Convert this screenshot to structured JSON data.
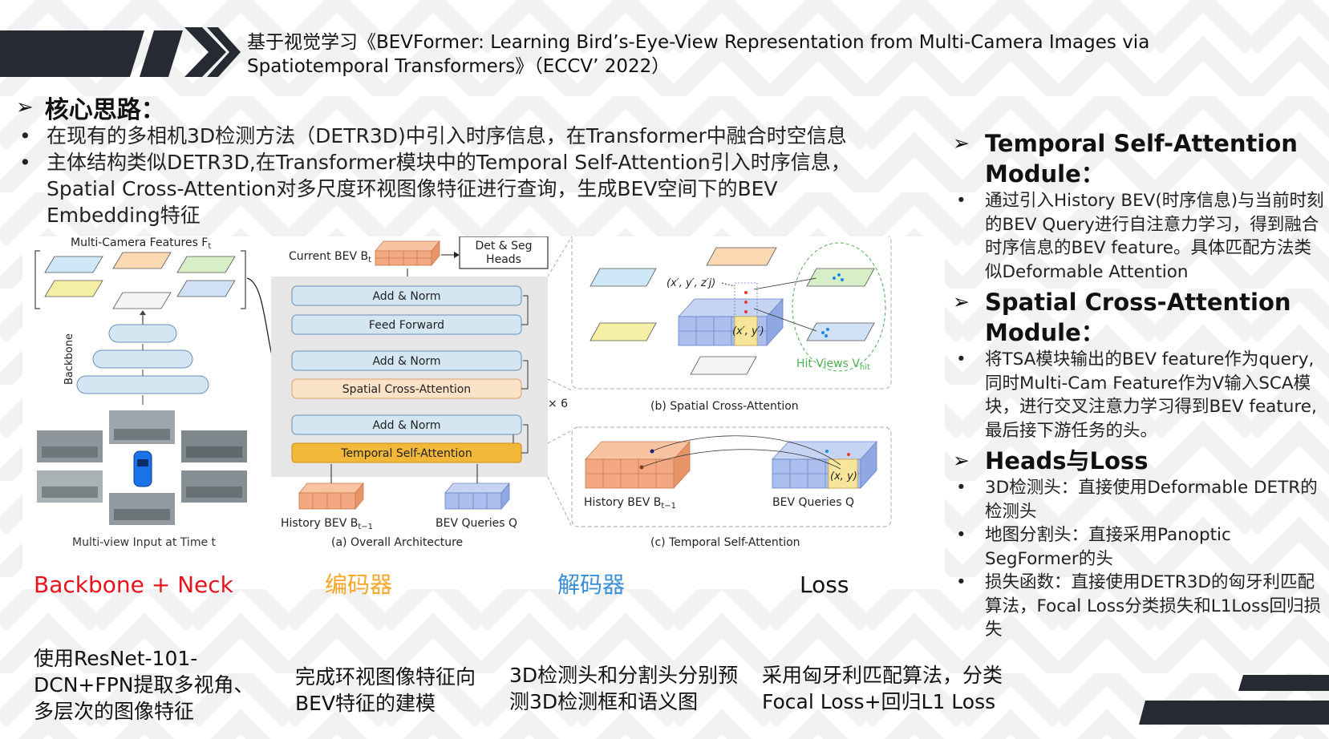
{
  "header": {
    "title": "基于视觉学习《BEVFormer: Learning Bird’s-Eye-View Representation from Multi-Camera Images via Spatiotemporal Transformers》（ECCV’ 2022）"
  },
  "core": {
    "heading": "核心思路：",
    "arrow": "➢",
    "bullet_mark": "•",
    "bullets": [
      "在现有的多相机3D检测方法（DETR3D)中引入时序信息，在Transformer中融合时空信息",
      "主体结构类似DETR3D,在Transformer模块中的Temporal Self-Attention引入时序信息，Spatial Cross-Attention对多尺度环视图像特征进行查询，生成BEV空间下的BEV Embedding特征"
    ]
  },
  "right": {
    "sections": [
      {
        "title": "Temporal Self-Attention Module：",
        "items": [
          "通过引入History BEV(时序信息)与当前时刻的BEV Query进行自注意力学习，得到融合时序信息的BEV feature。具体匹配方法类似Deformable Attention"
        ]
      },
      {
        "title": "Spatial Cross-Attention Module：",
        "items": [
          "将TSA模块输出的BEV feature作为query,同时Multi-Cam Feature作为V输入SCA模块，进行交叉注意力学习得到BEV feature,最后接下游任务的头。"
        ]
      },
      {
        "title": "Heads与Loss",
        "items": [
          "3D检测头：直接使用Deformable DETR的检测头",
          "地图分割头：直接采用Panoptic SegFormer的头",
          "损失函数：直接使用DETR3D的匈牙利匹配算法，Focal Loss分类损失和L1Loss回归损失"
        ]
      }
    ]
  },
  "diagram": {
    "multi_camera_features": "Multi-Camera Features F",
    "multi_camera_sub": "t",
    "backbone": "Backbone",
    "multi_view_input": "Multi-view Input at Time t",
    "current_bev": "Current BEV B",
    "current_bev_sub": "t",
    "det_seg_1": "Det & Seg",
    "det_seg_2": "Heads",
    "add_norm": "Add & Norm",
    "feed_forward": "Feed Forward",
    "spatial_cross_attention": "Spatial Cross-Attention",
    "temporal_self_attention": "Temporal Self-Attention",
    "times6": "× 6",
    "history_bev": "History BEV B",
    "history_bev_sub": "t−1",
    "bev_queries": "BEV Queries Q",
    "caption_a": "(a) Overall Architecture",
    "caption_b": "(b) Spatial Cross-Attention",
    "caption_c": "(c) Temporal Self-Attention",
    "ref_point_3d": "(x′, y′, z′j)",
    "ref_point_2d": "(x′, y′)",
    "hit_views": "Hit Views V",
    "hit_views_sub": "hit",
    "xy": "(x, y)"
  },
  "bottom": {
    "labels": [
      {
        "text": "Backbone + Neck",
        "color": "#e8121a"
      },
      {
        "text": "编码器",
        "color": "#f5a623"
      },
      {
        "text": "解码器",
        "color": "#3a8fd6"
      },
      {
        "text": "Loss",
        "color": "#111111"
      }
    ],
    "descriptions": [
      "使用ResNet-101-DCN+FPN提取多视角、多层次的图像特征",
      "完成环视图像特征向BEV特征的建模",
      "3D检测头和分割头分别预测3D检测框和语义图",
      "采用匈牙利匹配算法，分类Focal Loss+回归L1 Loss"
    ]
  },
  "colors": {
    "bar": "#262b33",
    "add_norm_fill": "#d5e6f3",
    "sca_fill": "#fbe3c7",
    "tsa_fill": "#f2b83a",
    "block_bg": "#e6e6e6",
    "hit_views_text": "#4caf50"
  }
}
